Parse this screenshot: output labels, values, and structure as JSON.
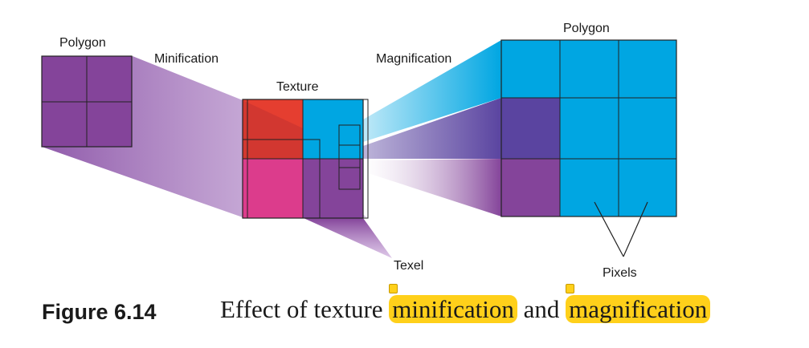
{
  "labels": {
    "polygon_left": "Polygon",
    "minification": "Minification",
    "texture": "Texture",
    "magnification": "Magnification",
    "polygon_right": "Polygon",
    "texel": "Texel",
    "pixels": "Pixels"
  },
  "caption": {
    "figure_number": "Figure 6.14",
    "text_before": "Effect of texture",
    "highlight_1": "minification",
    "text_middle": "and",
    "highlight_2": "magnification"
  },
  "colors": {
    "purple": "#84449a",
    "red": "#e53e30",
    "blue": "#00a6e2",
    "magenta": "#dc3c8c",
    "dark_violet": "#5a44a0",
    "highlight": "#ffd01a"
  }
}
